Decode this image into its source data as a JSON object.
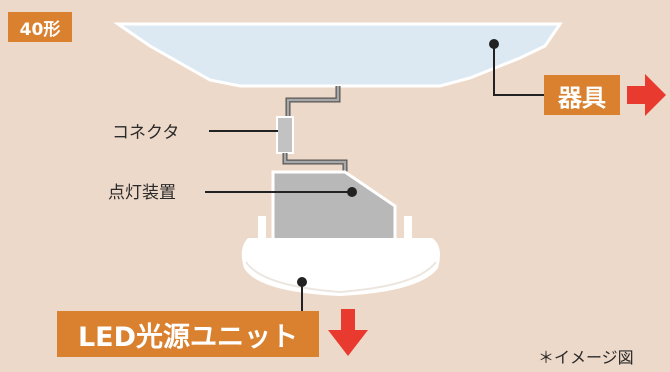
{
  "badge": {
    "text": "40形"
  },
  "labels": {
    "fixture": "器具",
    "connector": "コネクタ",
    "ballast": "点灯装置",
    "led_unit": "LED光源ユニット"
  },
  "note": "＊イメージ図",
  "colors": {
    "background": "#edd9c9",
    "accent_orange": "#d9812f",
    "arrow_red": "#e83a2e",
    "fixture_glass": "#dde9f2",
    "ballast_gray": "#b8b8b8",
    "cover_white": "#ffffff"
  }
}
